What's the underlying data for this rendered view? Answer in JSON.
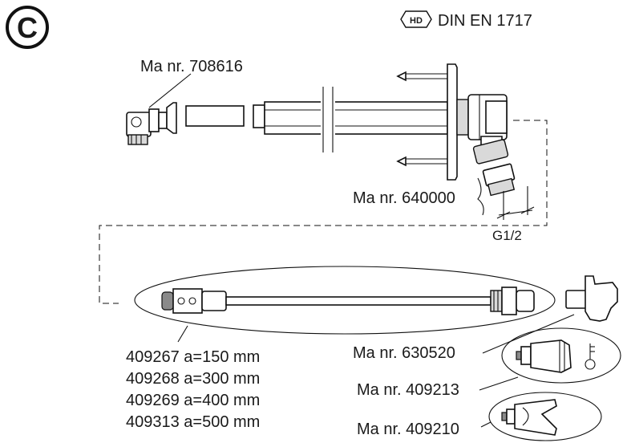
{
  "variant_symbol": "C",
  "badge": "HD",
  "standard": "DIN EN 1717",
  "parts": {
    "elbow": "Ma nr. 708616",
    "aerator": "Ma nr. 640000",
    "thread": "G1/2",
    "key": "Ma nr. 630520",
    "handwheel_key": "Ma nr. 409213",
    "handwheel": "Ma nr. 409210"
  },
  "spindle_variants": [
    "409267 a=150 mm",
    "409268 a=300 mm",
    "409269 a=400 mm",
    "409313 a=500 mm"
  ]
}
